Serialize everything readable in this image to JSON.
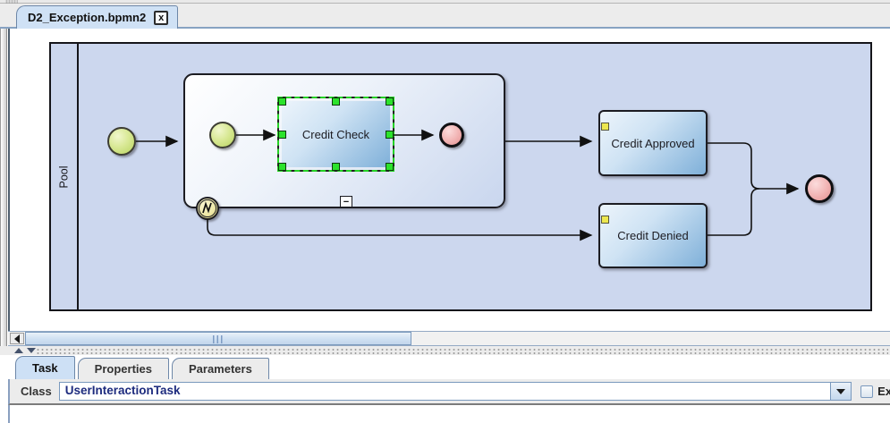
{
  "editor_tab": {
    "title": "D2_Exception.bpmn2",
    "close_glyph": "x"
  },
  "diagram": {
    "pool_label": "Pool",
    "collapse_marker": "−",
    "tasks": {
      "credit_check": "Credit Check",
      "credit_approved": "Credit Approved",
      "credit_denied": "Credit Denied"
    }
  },
  "bottom_panel": {
    "tabs": [
      {
        "label": "Task",
        "selected": true
      },
      {
        "label": "Properties",
        "selected": false
      },
      {
        "label": "Parameters",
        "selected": false
      }
    ],
    "class_field": {
      "label": "Class",
      "value": "UserInteractionTask"
    },
    "exclude_checkbox": {
      "label": "Ex",
      "checked": false
    }
  },
  "colors": {
    "pool_fill": "#ccd7ee",
    "task_gradient_end": "#7fb0d9",
    "selection_green": "#24d324",
    "start_event_fill": "#d9e996",
    "end_event_fill": "#f2b6b6",
    "boundary_event_fill": "#efe9a8",
    "selected_tab": "#cde0f5",
    "panel_bg": "#ececec"
  }
}
